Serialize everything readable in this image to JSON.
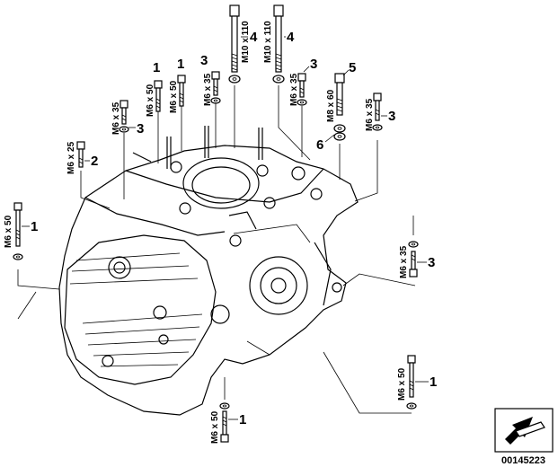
{
  "diagram": {
    "document_number": "00145223",
    "parts": [
      {
        "key": "p1a",
        "callout": "1",
        "spec": "M6 x 50"
      },
      {
        "key": "p1b",
        "callout": "1",
        "spec": "M6 x 50"
      },
      {
        "key": "p3a",
        "callout": "3",
        "spec": "M6 x 35"
      },
      {
        "key": "p3b",
        "callout": "3",
        "spec": "M6 x 35"
      },
      {
        "key": "p4a",
        "callout": "4",
        "spec": "M10 x 110"
      },
      {
        "key": "p4b",
        "callout": "4",
        "spec": "M10 x 110"
      },
      {
        "key": "p3c",
        "callout": "3",
        "spec": "M6 x 35"
      },
      {
        "key": "p5",
        "callout": "5",
        "spec": "M8 x 60"
      },
      {
        "key": "p6",
        "callout": "6",
        "spec": ""
      },
      {
        "key": "p3d",
        "callout": "3",
        "spec": "M6 x 35"
      },
      {
        "key": "p2",
        "callout": "2",
        "spec": "M6 x 25"
      },
      {
        "key": "p1c",
        "callout": "1",
        "spec": "M6 x 50"
      },
      {
        "key": "p3e",
        "callout": "3",
        "spec": "M6 x 35"
      },
      {
        "key": "p1d",
        "callout": "1",
        "spec": "M6 x 50"
      },
      {
        "key": "p1e",
        "callout": "1",
        "spec": "M6 x 50"
      }
    ]
  }
}
